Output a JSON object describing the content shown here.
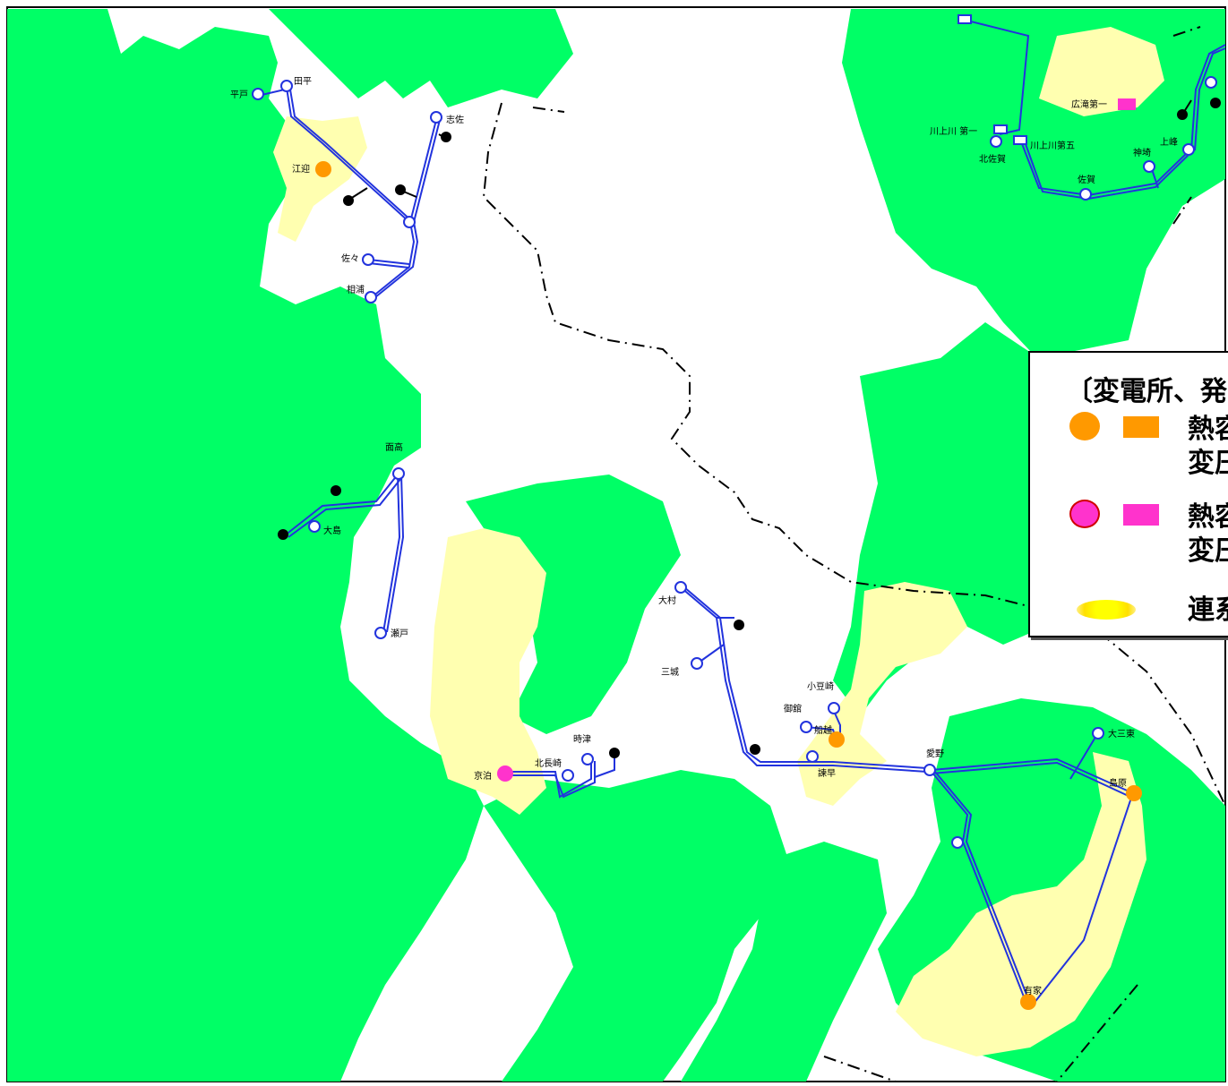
{
  "colors": {
    "sea": "#ffffff",
    "land": "#00ff66",
    "area": "#ffffb0",
    "line": "#2233dd",
    "orange": "#ff9900",
    "magenta": "#ff33cc",
    "black": "#000000",
    "border": "#000000"
  },
  "labels": {
    "hirado": "平戸",
    "tabira": "田平",
    "shisa": "志佐",
    "emukae": "江迎",
    "sasa": "佐々",
    "ainoura": "相浦",
    "menotaka": "面高",
    "oshima": "大島",
    "seto": "瀬戸",
    "omura": "大村",
    "sanjo": "三城",
    "shozuzaki": "小豆崎",
    "mitachi": "御舘",
    "funakoshi": "船越",
    "isahaya": "諫早",
    "aino": "愛野",
    "omisaki": "大三東",
    "shimabara": "島原",
    "arie": "有家",
    "kyodomari": "京泊",
    "kitanagasaki": "北長崎",
    "togitsu": "時津",
    "hirotaki": "広滝第一",
    "kawakami1": "川上川 第一",
    "kawakami5": "川上川第五",
    "kitasaga": "北佐賀",
    "saga": "佐賀",
    "kanzaki": "神埼",
    "kamimine": "上峰"
  },
  "legend": {
    "title": "〔変電所、発電所",
    "row1_line1": "熱容量",
    "row1_line2": "変圧器",
    "row2_line1": "熱容量",
    "row2_line2": "変圧器",
    "row3": "連系線"
  }
}
